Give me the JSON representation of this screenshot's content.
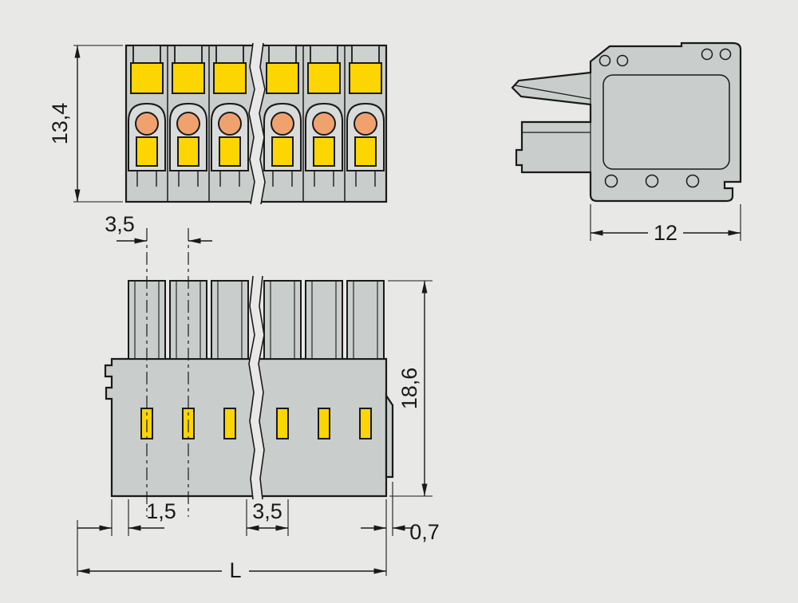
{
  "drawing": {
    "poles_visible": 6,
    "dimensions": {
      "front_height": "13,4",
      "side_depth": "12",
      "pitch_top": "3,5",
      "bottom_height": "18,6",
      "edge_offset": "1,5",
      "pitch_bottom": "3,5",
      "rib_width": "0,7",
      "total_length": "L"
    }
  },
  "colors": {
    "bg": "#e8e8e6",
    "line": "#1a1a1a",
    "body": "#c9cdcb",
    "panel": "#d9dcda",
    "cap": "#cdd1cf",
    "yellow": "#fdd501",
    "orange": "#f0a26e"
  }
}
